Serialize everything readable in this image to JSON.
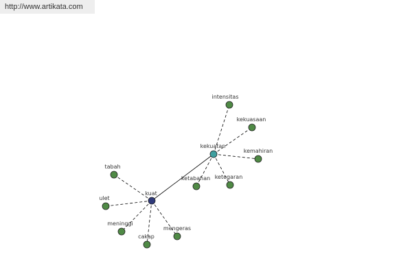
{
  "header": {
    "url": "http://www.artikata.com"
  },
  "graph": {
    "colors": {
      "main": "#2f3a7a",
      "hub": "#3fa0a0",
      "leaf": "#4f8a45",
      "node_stroke": "#222222",
      "edge": "#000000"
    },
    "nodes": [
      {
        "id": "kuat",
        "label": "kuat",
        "kind": "main"
      },
      {
        "id": "kekuatan",
        "label": "kekuatan",
        "kind": "hub"
      },
      {
        "id": "tabah",
        "label": "tabah",
        "kind": "leaf"
      },
      {
        "id": "ulet",
        "label": "ulet",
        "kind": "leaf"
      },
      {
        "id": "meninggi",
        "label": "meninggi",
        "kind": "leaf"
      },
      {
        "id": "cakap",
        "label": "cakap",
        "kind": "leaf"
      },
      {
        "id": "mengeras",
        "label": "mengeras",
        "kind": "leaf"
      },
      {
        "id": "intensitas",
        "label": "intensitas",
        "kind": "leaf"
      },
      {
        "id": "kekuasaan",
        "label": "kekuasaan",
        "kind": "leaf"
      },
      {
        "id": "kemahiran",
        "label": "kemahiran",
        "kind": "leaf"
      },
      {
        "id": "ketabahan",
        "label": "ketabahan",
        "kind": "leaf"
      },
      {
        "id": "ketegaran",
        "label": "ketegaran",
        "kind": "leaf"
      }
    ],
    "edges": [
      {
        "from": "kuat",
        "to": "kekuatan",
        "style": "solid"
      },
      {
        "from": "kuat",
        "to": "tabah",
        "style": "dashed"
      },
      {
        "from": "kuat",
        "to": "ulet",
        "style": "dashed"
      },
      {
        "from": "kuat",
        "to": "meninggi",
        "style": "dashed"
      },
      {
        "from": "kuat",
        "to": "cakap",
        "style": "dashed"
      },
      {
        "from": "kuat",
        "to": "mengeras",
        "style": "dashed"
      },
      {
        "from": "kekuatan",
        "to": "intensitas",
        "style": "dashed"
      },
      {
        "from": "kekuatan",
        "to": "kekuasaan",
        "style": "dashed"
      },
      {
        "from": "kekuatan",
        "to": "kemahiran",
        "style": "dashed"
      },
      {
        "from": "kekuatan",
        "to": "ketabahan",
        "style": "dashed"
      },
      {
        "from": "kekuatan",
        "to": "ketegaran",
        "style": "dashed"
      }
    ]
  }
}
